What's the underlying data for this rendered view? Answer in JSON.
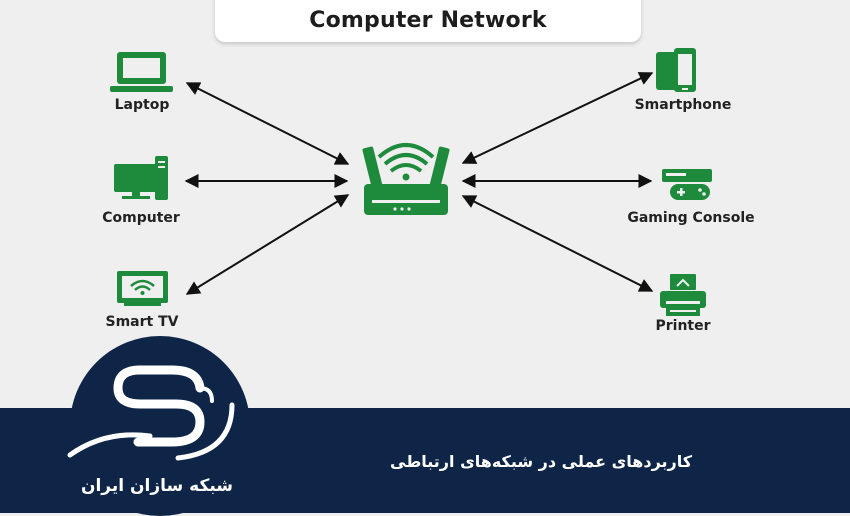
{
  "title": "Computer Network",
  "hub": {
    "icon": "wifi-router-icon"
  },
  "devices": {
    "laptop": {
      "label": "Laptop",
      "icon": "laptop-icon"
    },
    "computer": {
      "label": "Computer",
      "icon": "desktop-computer-icon"
    },
    "smart_tv": {
      "label": "Smart TV",
      "icon": "smart-tv-icon"
    },
    "smartphone": {
      "label": "Smartphone",
      "icon": "smartphone-icon"
    },
    "gaming_console": {
      "label": "Gaming Console",
      "icon": "gaming-console-icon"
    },
    "printer": {
      "label": "Printer",
      "icon": "printer-icon"
    }
  },
  "caption": "کاربردهای عملی در شبکه‌های ارتباطی",
  "brand": {
    "name": "شبکه سازان ایران",
    "logo": "s-monogram-logo"
  },
  "colors": {
    "accent": "#1e8a3c",
    "band": "#0f2548",
    "background": "#efefef"
  }
}
